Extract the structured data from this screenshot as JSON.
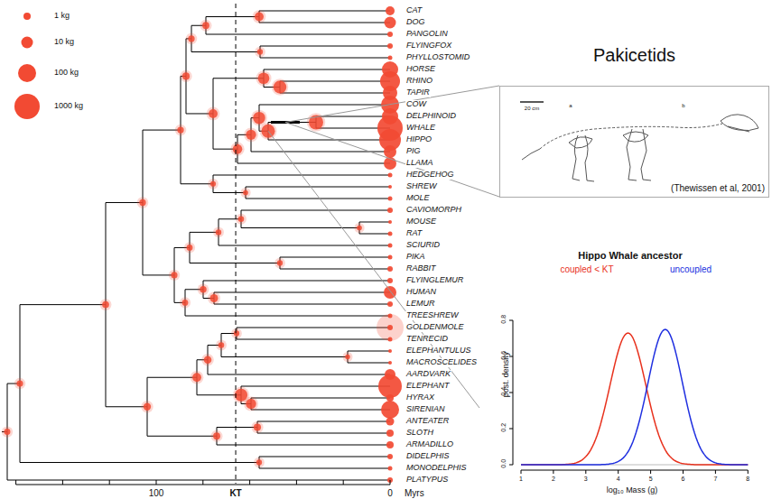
{
  "diagram": {
    "nodes": [
      {
        "text": [
          "Pakicetids",
          "(Thewissen et al, 2001)"
        ]
      }
    ],
    "labels": [
      "CAT",
      "DOG",
      "PANGOLIN",
      "FLYINGFOX",
      "PHYLLOSTOMID",
      "HORSE",
      "RHINO",
      "TAPIR",
      "COW",
      "DELPHINOID",
      "WHALE",
      "HIPPO",
      "PIG",
      "LLAMA",
      "HEDGEHOG",
      "SHREW",
      "MOLE",
      "CAVIOMORPH",
      "MOUSE",
      "RAT",
      "SCIURID",
      "PIKA",
      "RABBIT",
      "FLYINGLEMUR",
      "HUMAN",
      "LEMUR",
      "TREESHREW",
      "GOLDENMOLE",
      "TENRECID",
      "ELEPHANTULUS",
      "MACROSCELIDES",
      "AARDVARK",
      "ELEPHANT",
      "HYRAX",
      "SIRENIAN",
      "ANTEATER",
      "SLOTH",
      "ARMADILLO",
      "DIDELPHIS",
      "MONODELPHIS",
      "PLATYPUS",
      "100",
      "KT",
      "0",
      "Myrs",
      "20 cm",
      "a",
      "b",
      "Hippo Whale ancestor",
      "coupled < KT",
      "uncoupled",
      "post. density",
      "0.0",
      "0.2",
      "0.4",
      "0.6",
      "0.8",
      "1",
      "2",
      "3",
      "4",
      "5",
      "6",
      "7",
      "8",
      "log₁₀ Mass (g)"
    ],
    "legend": [
      {
        "text": "1 kg"
      },
      {
        "text": "10 kg"
      },
      {
        "text": "100 kg"
      },
      {
        "text": "1000 kg"
      }
    ]
  }
}
